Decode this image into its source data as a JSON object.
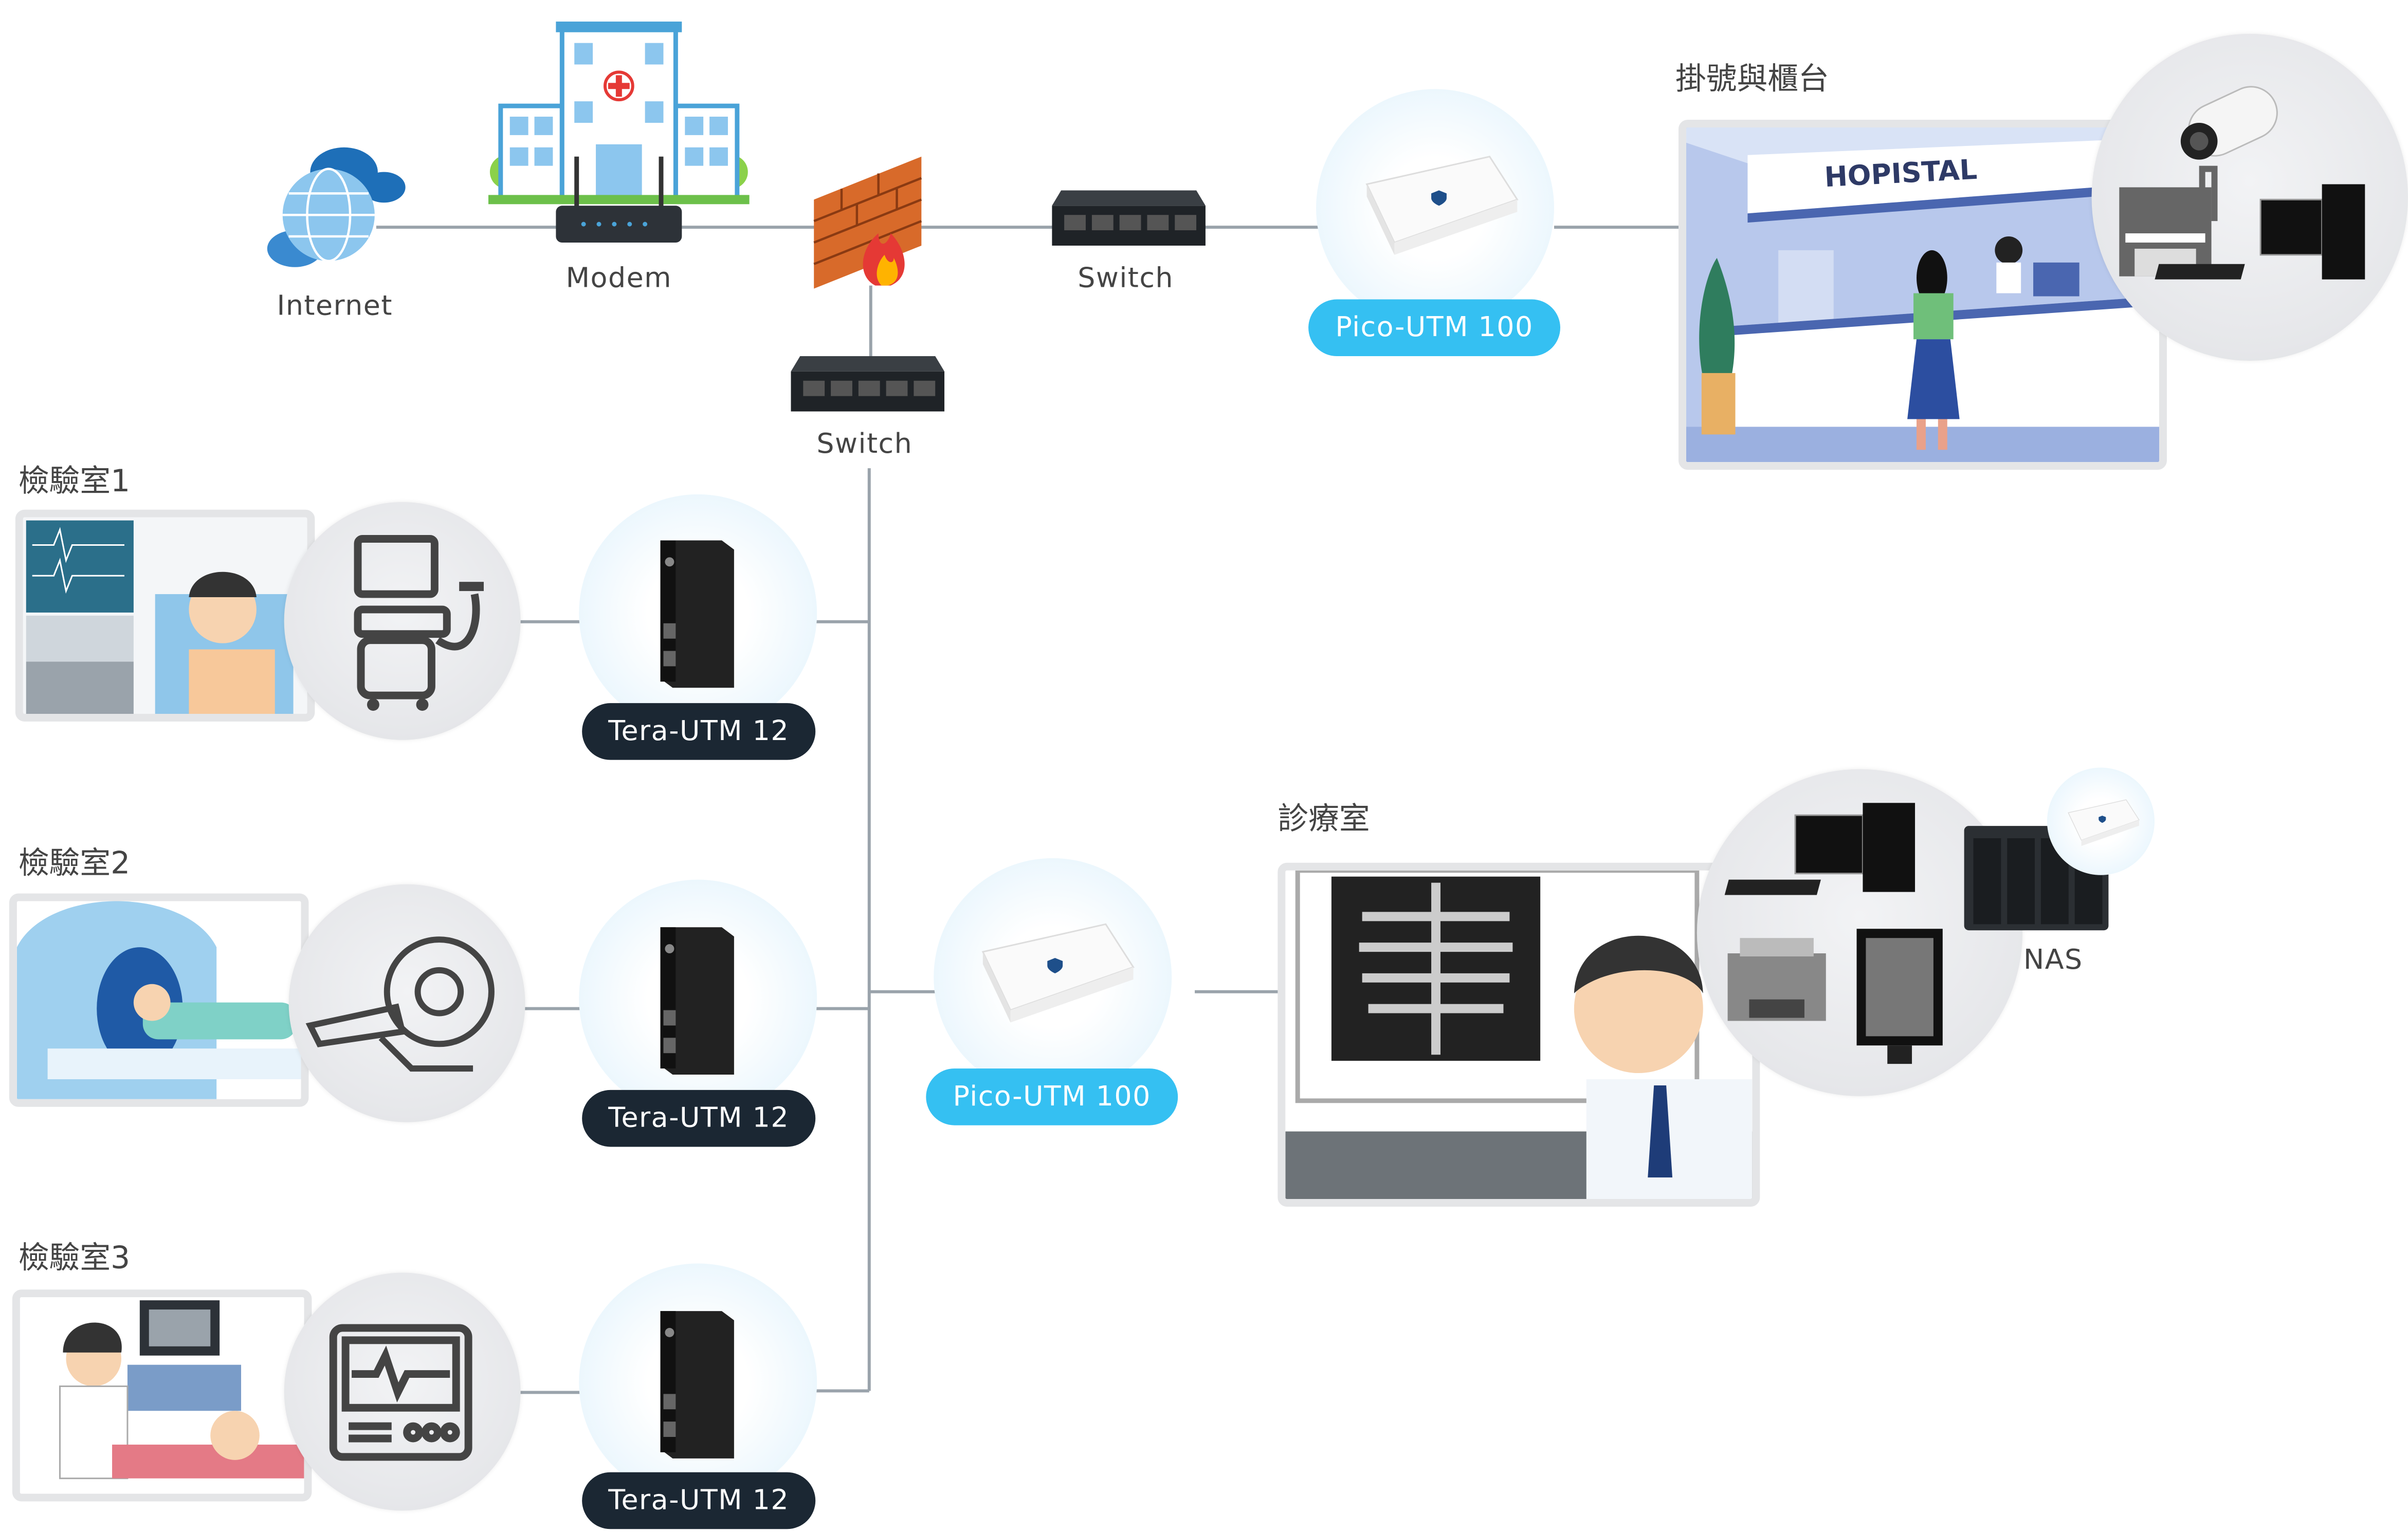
{
  "top": {
    "internet_label": "Internet",
    "modem_label": "Modem",
    "switch_top_label": "Switch",
    "switch_mid_label": "Switch",
    "pico_top_label": "Pico-UTM 100"
  },
  "reception": {
    "title": "掛號與櫃台",
    "sign_text": "HOPISTAL"
  },
  "labs": [
    {
      "title": "檢驗室1",
      "device_label": "Tera-UTM 12"
    },
    {
      "title": "檢驗室2",
      "device_label": "Tera-UTM 12"
    },
    {
      "title": "檢驗室3",
      "device_label": "Tera-UTM 12"
    }
  ],
  "clinic": {
    "title": "診療室",
    "pico_label": "Pico-UTM 100",
    "nas_label": "NAS"
  },
  "colors": {
    "pico_accent": "#35c0f2",
    "tera_accent": "#1b2733",
    "connector": "#9aa3ab"
  }
}
